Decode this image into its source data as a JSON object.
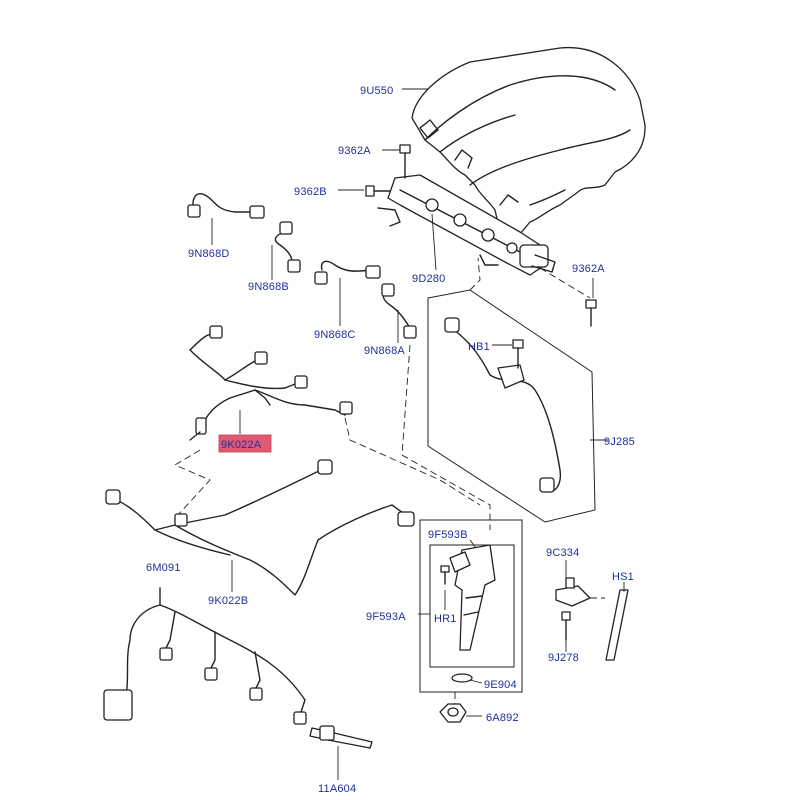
{
  "labels": {
    "p9U550": "9U550",
    "p9362A_top": "9362A",
    "p9362B": "9362B",
    "p9362A_right": "9362A",
    "p9N868D": "9N868D",
    "p9N868B": "9N868B",
    "p9N868C": "9N868C",
    "p9N868A": "9N868A",
    "p9D280": "9D280",
    "pHB1": "HB1",
    "p9J285": "9J285",
    "p9K022A": "9K022A",
    "p9K022B": "9K022B",
    "p6M091": "6M091",
    "p11A604": "11A604",
    "p9F593B": "9F593B",
    "p9F593A": "9F593A",
    "pHR1": "HR1",
    "p9E904": "9E904",
    "p6A892": "6A892",
    "p9C334": "9C334",
    "pHS1": "HS1",
    "p9J278": "9J278"
  },
  "colors": {
    "label_text": "#1f2f9e",
    "highlight": "#e05a72",
    "line": "#222222"
  },
  "highlighted_part": "9K022A"
}
